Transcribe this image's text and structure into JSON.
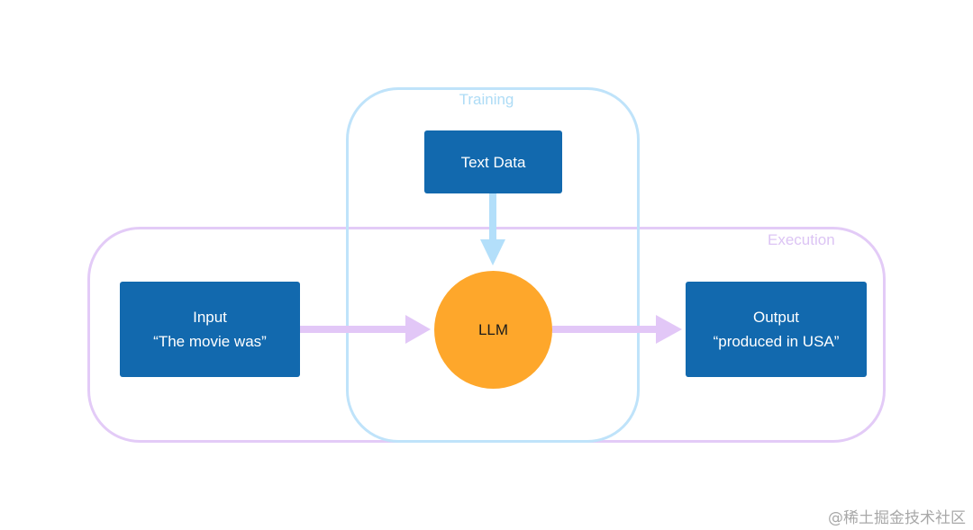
{
  "groups": {
    "training": {
      "label": "Training",
      "color": "#bfe3fa",
      "label_color": "#aedcf6"
    },
    "execution": {
      "label": "Execution",
      "color": "#e3cbf7",
      "label_color": "#dcc4f4"
    }
  },
  "nodes": {
    "text_data": {
      "label": "Text Data",
      "color": "#1269ae"
    },
    "input": {
      "line1": "Input",
      "line2": "“The movie was”",
      "color": "#1269ae"
    },
    "llm": {
      "label": "LLM",
      "color": "#fea72b"
    },
    "output": {
      "line1": "Output",
      "line2": "“produced in USA”",
      "color": "#1269ae"
    }
  },
  "edges": [
    {
      "from": "text_data",
      "to": "llm",
      "color": "#b3dffa"
    },
    {
      "from": "input",
      "to": "llm",
      "color": "#e2c7f7"
    },
    {
      "from": "llm",
      "to": "output",
      "color": "#e2c7f7"
    }
  ],
  "watermark": "@稀土掘金技术社区"
}
